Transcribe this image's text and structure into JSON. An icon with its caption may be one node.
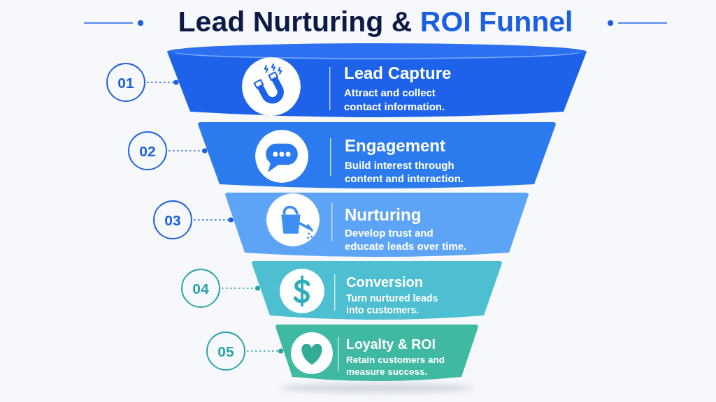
{
  "diagram": {
    "title": "Lead Nurturing & **ROI Funnel**",
    "nodes": [
      {
        "text": [
          "01"
        ]
      },
      {
        "text": [
          "Lead Capture",
          "Attract and collect contact information."
        ]
      },
      {
        "text": [
          "02"
        ]
      },
      {
        "text": [
          "Engagement",
          "Build interest through content and interaction."
        ]
      },
      {
        "text": [
          "03"
        ]
      },
      {
        "text": [
          "Nurturing",
          "Develop trust and educate leads over time."
        ]
      },
      {
        "text": [
          "04"
        ]
      },
      {
        "text": [
          "Conversion",
          "Turn nurtured leads into customers."
        ]
      },
      {
        "text": [
          "05"
        ]
      },
      {
        "text": [
          "Loyalty & ROI",
          "Retain customers and measure success."
        ]
      }
    ],
    "edges": [
      {
        "from": 0,
        "to": 1,
        "arrow": "other",
        "style": "dashed"
      },
      {
        "from": 2,
        "to": 3,
        "arrow": "other",
        "style": "dashed"
      },
      {
        "from": 4,
        "to": 5,
        "arrow": "other",
        "style": "dashed"
      },
      {
        "from": 6,
        "to": 7,
        "arrow": "other",
        "style": "dashed",
        "color": "#2aa3a8"
      },
      {
        "from": 8,
        "to": 9,
        "arrow": "other",
        "style": "dashed",
        "color": "#2aa3a8"
      }
    ]
  }
}
